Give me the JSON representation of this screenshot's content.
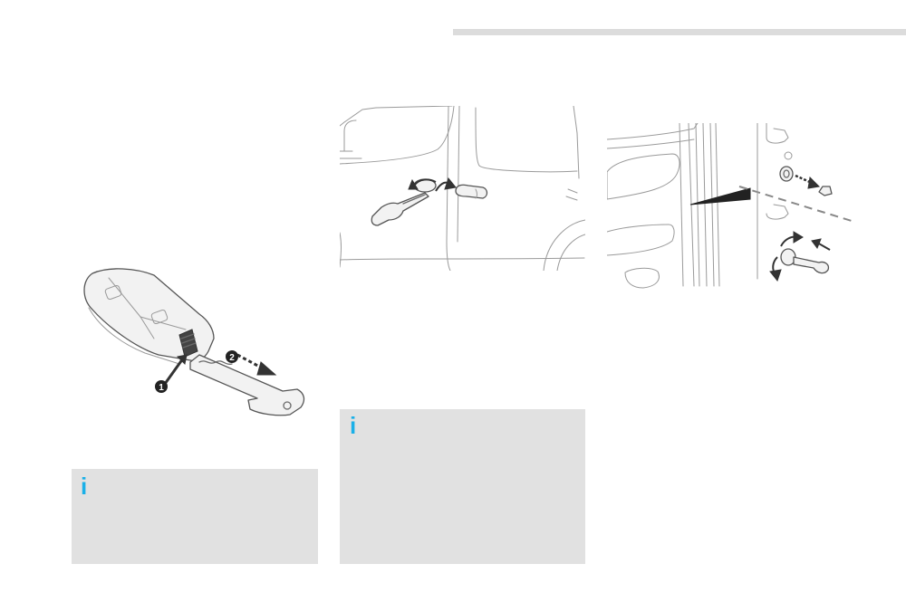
{
  "figures": {
    "key_fob": {
      "step_1_label": "1",
      "step_2_label": "2"
    }
  },
  "info_boxes": [
    {
      "icon": "info-icon",
      "icon_glyph": "i",
      "accent_color": "#1ab0e8"
    },
    {
      "icon": "info-icon",
      "icon_glyph": "i",
      "accent_color": "#1ab0e8"
    }
  ]
}
